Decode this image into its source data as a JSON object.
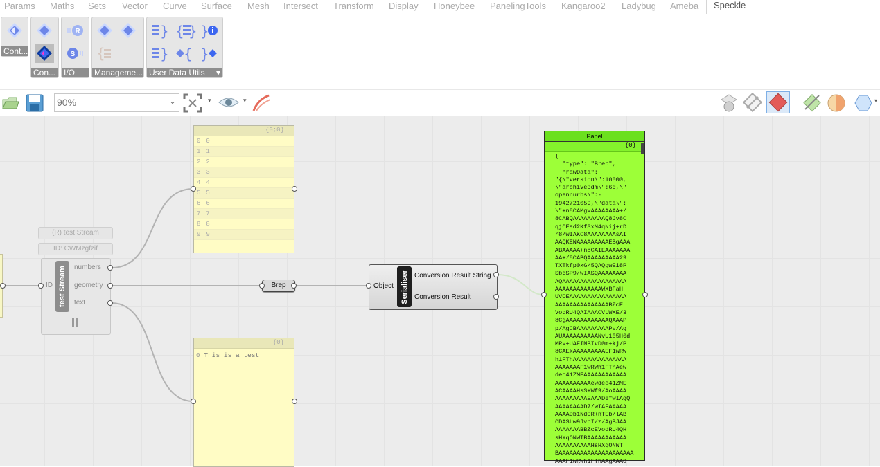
{
  "tabs": [
    "Params",
    "Maths",
    "Sets",
    "Vector",
    "Curve",
    "Surface",
    "Mesh",
    "Intersect",
    "Transform",
    "Display",
    "Honeybee",
    "PanelingTools",
    "Kangaroo2",
    "Ladybug",
    "Ameba",
    "Speckle"
  ],
  "ribbon": {
    "groups": [
      {
        "label": "Cont..."
      },
      {
        "label": "Con..."
      },
      {
        "label": "I/O"
      },
      {
        "label": "Manageme..."
      },
      {
        "label": "User Data Utils"
      }
    ]
  },
  "toolbar": {
    "zoom": "90%"
  },
  "canvas": {
    "chips": {
      "stream_name": "(R) test Stream",
      "stream_id": "ID: CWMzgfzif"
    },
    "stream_component": {
      "title": "test Stream",
      "input_label": "ID",
      "outputs": [
        "numbers",
        "geometry",
        "text"
      ]
    },
    "list_panel": {
      "index": "{0;0}",
      "rows": [
        {
          "i": "0",
          "v": "0"
        },
        {
          "i": "1",
          "v": "1"
        },
        {
          "i": "2",
          "v": "2"
        },
        {
          "i": "3",
          "v": "3"
        },
        {
          "i": "4",
          "v": "4"
        },
        {
          "i": "5",
          "v": "5"
        },
        {
          "i": "6",
          "v": "6"
        },
        {
          "i": "7",
          "v": "7"
        },
        {
          "i": "8",
          "v": "8"
        },
        {
          "i": "9",
          "v": "9"
        }
      ]
    },
    "text_panel": {
      "index": "{0}",
      "row_index": "0",
      "row_value": "This is a test"
    },
    "brep_param": {
      "label": "Brep"
    },
    "serialiser": {
      "title": "Serialiser",
      "input_label": "Object",
      "outputs": [
        "Conversion Result String",
        "Conversion Result"
      ]
    },
    "result_panel": {
      "title": "Panel",
      "index": "{0}",
      "content": "{\n  \"type\": \"Brep\",\n  \"rawData\":\n\"{\\\"version\\\":10000,\n\\\"archive3dm\\\":60,\\\"\nopennurbs\\\":-\n1942721059,\\\"data\\\":\n\\\"+n8CAMgvAAAAAAAA+/\n8CABQAAAAAAAAAQ8Jv8C\nqjCEad2KfSxM4qNij+rD\nr8/wIAKC8AAAAAAAAsAI\nAAQKENAAAAAAAAAEBgAAA\nABAAAAA+n8CAIEAAAAAAA\nAA+/8CABQAAAAAAAAA29\nTXTkfp0xG/5QAQgwEi8P\nSb6SP9/wIASQAAAAAAAA\nAQAAAAAAAAAAAAAAAAAA\nAAAAAAAAAAAAAWXBFaH\nUVOEAAAAAAAAAAAAAAAA\nAAAAAAAAAAAAAAABZcE\nVodRU4QAIAAACVLWXE/3\n8CgAAAAAAAAAAAAQAAAP\np/AgCBAAAAAAAAAPv/Ag\nAUAAAAAAAAAANvU105H6d\nMRv+UAEIMBIvD0m+kj/P\n8CAEkAAAAAAAAAEF1wRW\nh1FThAAAAAAAAAAAAAAA\nAAAAAAAF1wRWh1FThAew\ndeo41ZMEAAAAAAAAAAAA\nAAAAAAAAAAewdeo41ZME\nACAAAAHsS+Wf9/AoAAAA\nAAAAAAAAAEAAAD6fwIAgQ\nAAAAAAAAD7/wIAFAAAAA\nAAAADb1NdOR+nTEb/lAB\nCDASLw9JvpI/z/AgBJAA\nAAAAAAABBZcEVodRU4QH\nsHXqONWTBAAAAAAAAAAA\nAAAAAAAAAAHsHXqONWT\nBAAAAAAAAAAAAAAAAAAAAA\nAAAF1wRWh1FThAAgAAAO"
    }
  },
  "colors": {
    "panel_yellow": "#fffcc5",
    "result_green": "#9dff38",
    "canvas": "#ececec"
  }
}
